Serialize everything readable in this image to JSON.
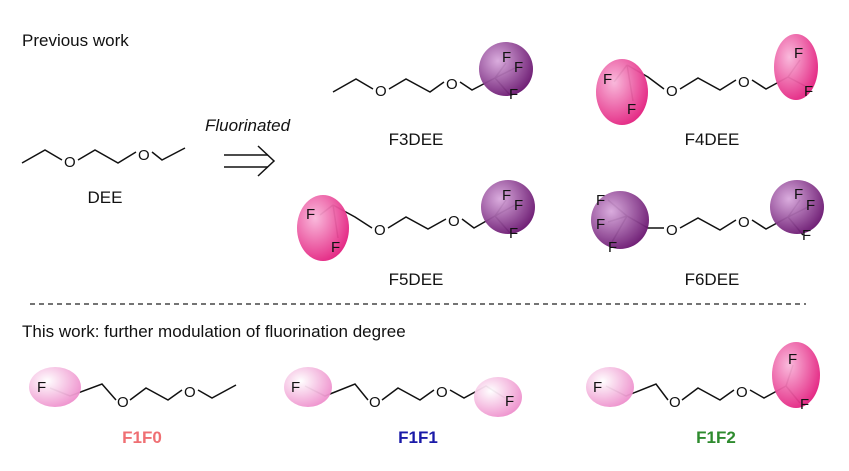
{
  "header": {
    "previous_work": "Previous work",
    "this_work": "This work: further modulation of fluorination degree"
  },
  "reaction": {
    "arrow_label": "Fluorinated"
  },
  "molecules": {
    "dee": "DEE",
    "f3dee": "F3DEE",
    "f4dee": "F4DEE",
    "f5dee": "F5DEE",
    "f6dee": "F6DEE",
    "f1f0": "F1F0",
    "f1f1": "F1F1",
    "f1f2": "F1F2"
  },
  "atoms": {
    "oxygen": "O",
    "fluorine": "F"
  },
  "colors": {
    "pink": "#e8348a",
    "light_pink": "#f4a6d7",
    "purple": "#7a1f7f",
    "f1f0_label": "#ef6f73",
    "f1f1_label": "#1a1aa8",
    "f1f2_label": "#2e8b2e"
  }
}
